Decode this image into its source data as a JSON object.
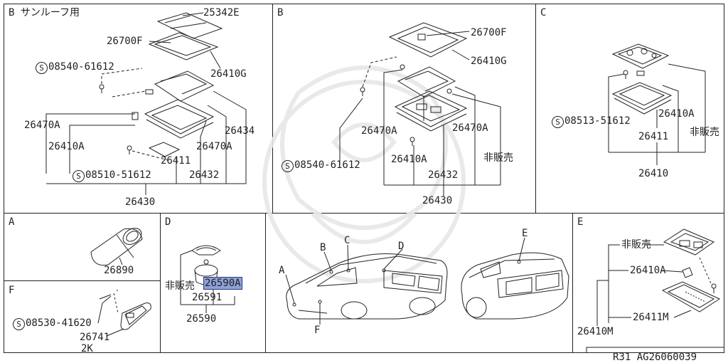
{
  "panels": {
    "b_sunroof": {
      "title": "B サンルーフ用",
      "labels": {
        "p25342E": "25342E",
        "p26700F": "26700F",
        "p26410G": "26410G",
        "s_code": "08540-61612",
        "p26470A_left": "26470A",
        "p26410A": "26410A",
        "p26434": "26434",
        "p26470A_right": "26470A",
        "p26411": "26411",
        "s_code2": "08510-51612",
        "p26432": "26432",
        "p26430": "26430"
      }
    },
    "b": {
      "title": "B",
      "labels": {
        "p26700F": "26700F",
        "p26410G": "26410G",
        "p26470A_left": "26470A",
        "p26470A_right": "26470A",
        "s_code": "08540-61612",
        "p26410A": "26410A",
        "not_for_sale": "非販売",
        "p26432": "26432",
        "p26430": "26430"
      }
    },
    "c": {
      "title": "C",
      "labels": {
        "s_code": "08513-51612",
        "p26410A": "26410A",
        "p26411": "26411",
        "not_for_sale": "非販売",
        "p26410": "26410"
      }
    },
    "a": {
      "title": "A",
      "labels": {
        "p26890": "26890"
      }
    },
    "d": {
      "title": "D",
      "labels": {
        "not_for_sale": "非販売",
        "p26590A": "26590A",
        "p26591": "26591",
        "p26590": "26590"
      }
    },
    "f": {
      "title": "F",
      "labels": {
        "s_code": "08530-41620",
        "p26741": "26741",
        "p2k": "2K"
      }
    },
    "car": {
      "labels": {
        "a": "A",
        "b": "B",
        "c": "C",
        "d": "D",
        "e": "E",
        "f": "F"
      }
    },
    "e": {
      "title": "E",
      "labels": {
        "not_for_sale": "非販売",
        "p26410A": "26410A",
        "p26411M": "26411M",
        "p26410M": "26410M"
      }
    }
  },
  "footer": {
    "ref": "R31  AG26060039"
  },
  "s_symbol": "S"
}
